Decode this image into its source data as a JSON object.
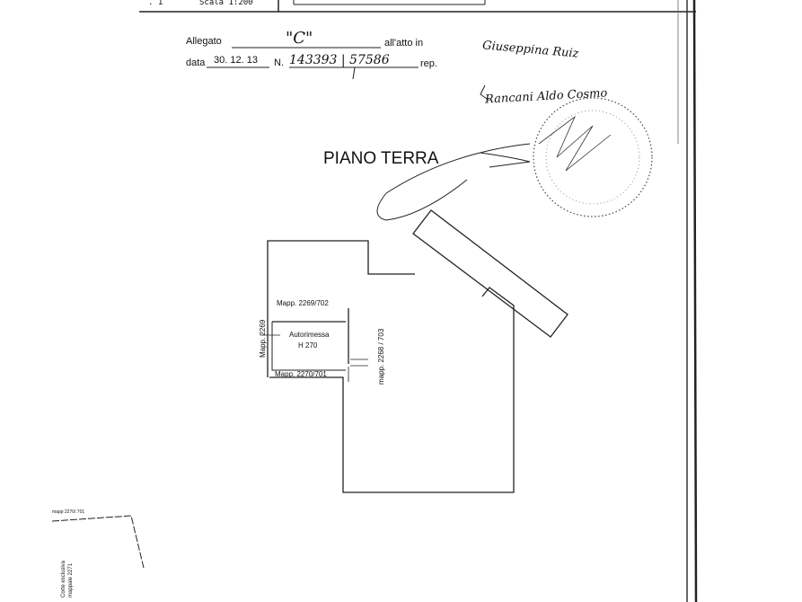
{
  "header": {
    "sheet_number": ". 1",
    "scale": "Scala 1:200"
  },
  "annex": {
    "allegato_label": "Allegato",
    "allegato_value": "\"C\"",
    "act_label": "all'atto in",
    "data_label": "data",
    "data_value": "30. 12. 13",
    "number_label": "N.",
    "number_value": "143393 | 57586",
    "rep_label": "rep."
  },
  "signatures": {
    "line1": "Giuseppina Ruiz",
    "line2": "Rancani Aldo Cosmo"
  },
  "plan": {
    "title": "PIANO TERRA",
    "mapp_top": "Mapp. 2269/702",
    "mapp_left": "Mapp. 2269",
    "room_name": "Autorimessa",
    "room_height": "H 270",
    "mapp_bottom": "Mapp. 2270/701",
    "mapp_right": "mapp. 2268 / 703"
  },
  "inset": {
    "label_top": "mapp 2270/ 701",
    "label_vertical_1": "Corte esclusiva",
    "label_vertical_2": "mappale 2271"
  }
}
